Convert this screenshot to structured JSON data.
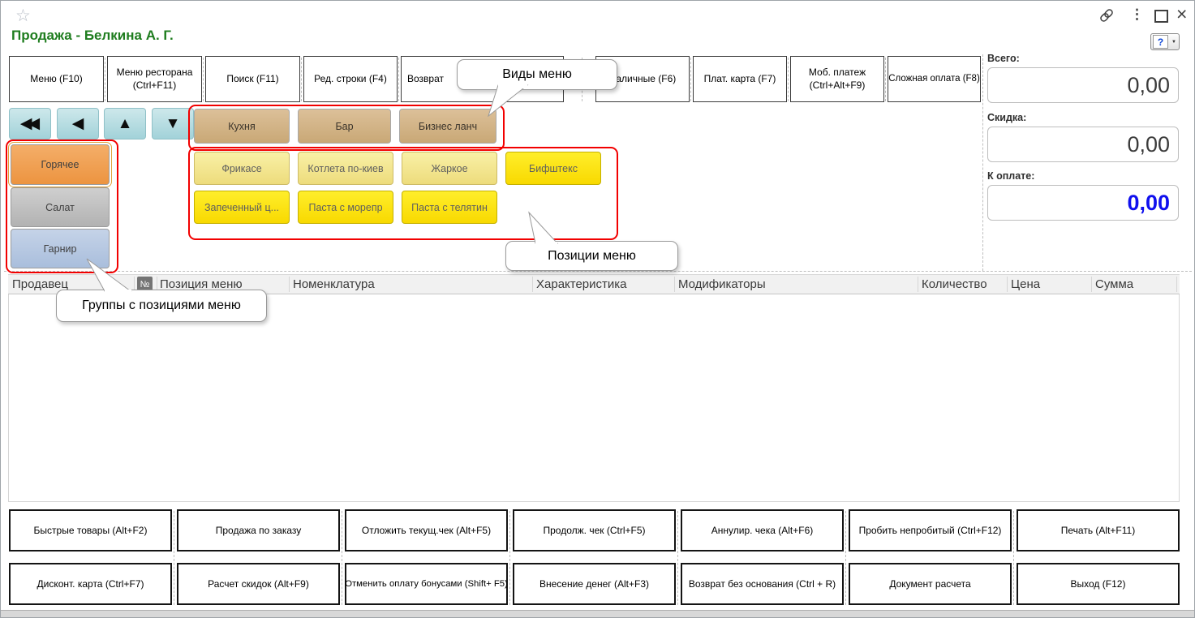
{
  "window": {
    "title": "Продажа - Белкина А. Г."
  },
  "icons": {
    "star": "☆",
    "link": "chain-svg-shape",
    "window_menu": "⋮",
    "maximize": "css-square",
    "close": "×",
    "help": "?",
    "help_caret": "▼",
    "nav_first": "◀◀",
    "nav_previous": "◀",
    "nav_up": "▲",
    "nav_down": "▼",
    "row_number": "№"
  },
  "toolbar": {
    "buttons": [
      {
        "label": "Меню (F10)"
      },
      {
        "label": "Меню ресторана (Ctrl+F11)"
      },
      {
        "label": "Поиск (F11)"
      },
      {
        "label": "Ред. строки (F4)"
      },
      {
        "label": "Возврат"
      },
      {
        "label": "Наличные (F6)"
      },
      {
        "label": "Плат. карта (F7)"
      },
      {
        "label": "Моб. платеж (Ctrl+Alt+F9)"
      },
      {
        "label": "Сложная оплата (F8)"
      }
    ]
  },
  "totals": {
    "total_label": "Всего:",
    "total_value": "0,00",
    "discount_label": "Скидка:",
    "discount_value": "0,00",
    "payable_label": "К оплате:",
    "payable_value": "0,00"
  },
  "menu_views": {
    "items": [
      "Кухня",
      "Бар",
      "Бизнес ланч"
    ]
  },
  "menu_groups": {
    "items": [
      "Горячее",
      "Салат",
      "Гарнир"
    ]
  },
  "menu_positions": {
    "items": [
      "Фрикасе",
      "Котлета по-киев",
      "Жаркое",
      "Бифштекс",
      "Запеченный ц...",
      "Паста с морепр",
      "Паста с телятин"
    ]
  },
  "callouts": {
    "menu_views": "Виды меню",
    "menu_positions": "Позиции меню",
    "menu_groups": "Группы с позициями меню"
  },
  "table": {
    "columns": [
      "Продавец",
      "№",
      "Позиция меню",
      "Номенклатура",
      "Характеристика",
      "Модификаторы",
      "Количество",
      "Цена",
      "Сумма"
    ]
  },
  "bottom_buttons": {
    "row1": [
      "Быстрые товары (Alt+F2)",
      "Продажа по заказу",
      "Отложить текущ.чек (Alt+F5)",
      "Продолж. чек (Ctrl+F5)",
      "Аннулир. чека (Alt+F6)",
      "Пробить непробитый (Ctrl+F12)",
      "Печать (Alt+F11)"
    ],
    "row2": [
      "Дисконт. карта (Ctrl+F7)",
      "Расчет скидок (Alt+F9)",
      "Отменить оплату бонусами (Shift+ F5)",
      "Внесение денег (Alt+F3)",
      "Возврат без основания (Ctrl + R)",
      "Документ расчета",
      "Выход (F12)"
    ]
  },
  "colors": {
    "title_green": "#1f7d1f",
    "payable_blue": "#1010ee",
    "annotation_red": "#f20000",
    "menu_view_tan": "#d2b183",
    "position_yellow_bright": "#ffe60a",
    "position_yellow_pale": "#f5e694",
    "group_orange": "#efa152",
    "group_gray": "#bfbfbf",
    "group_blue": "#b3c6e1",
    "nav_teal": "#b2dade"
  }
}
